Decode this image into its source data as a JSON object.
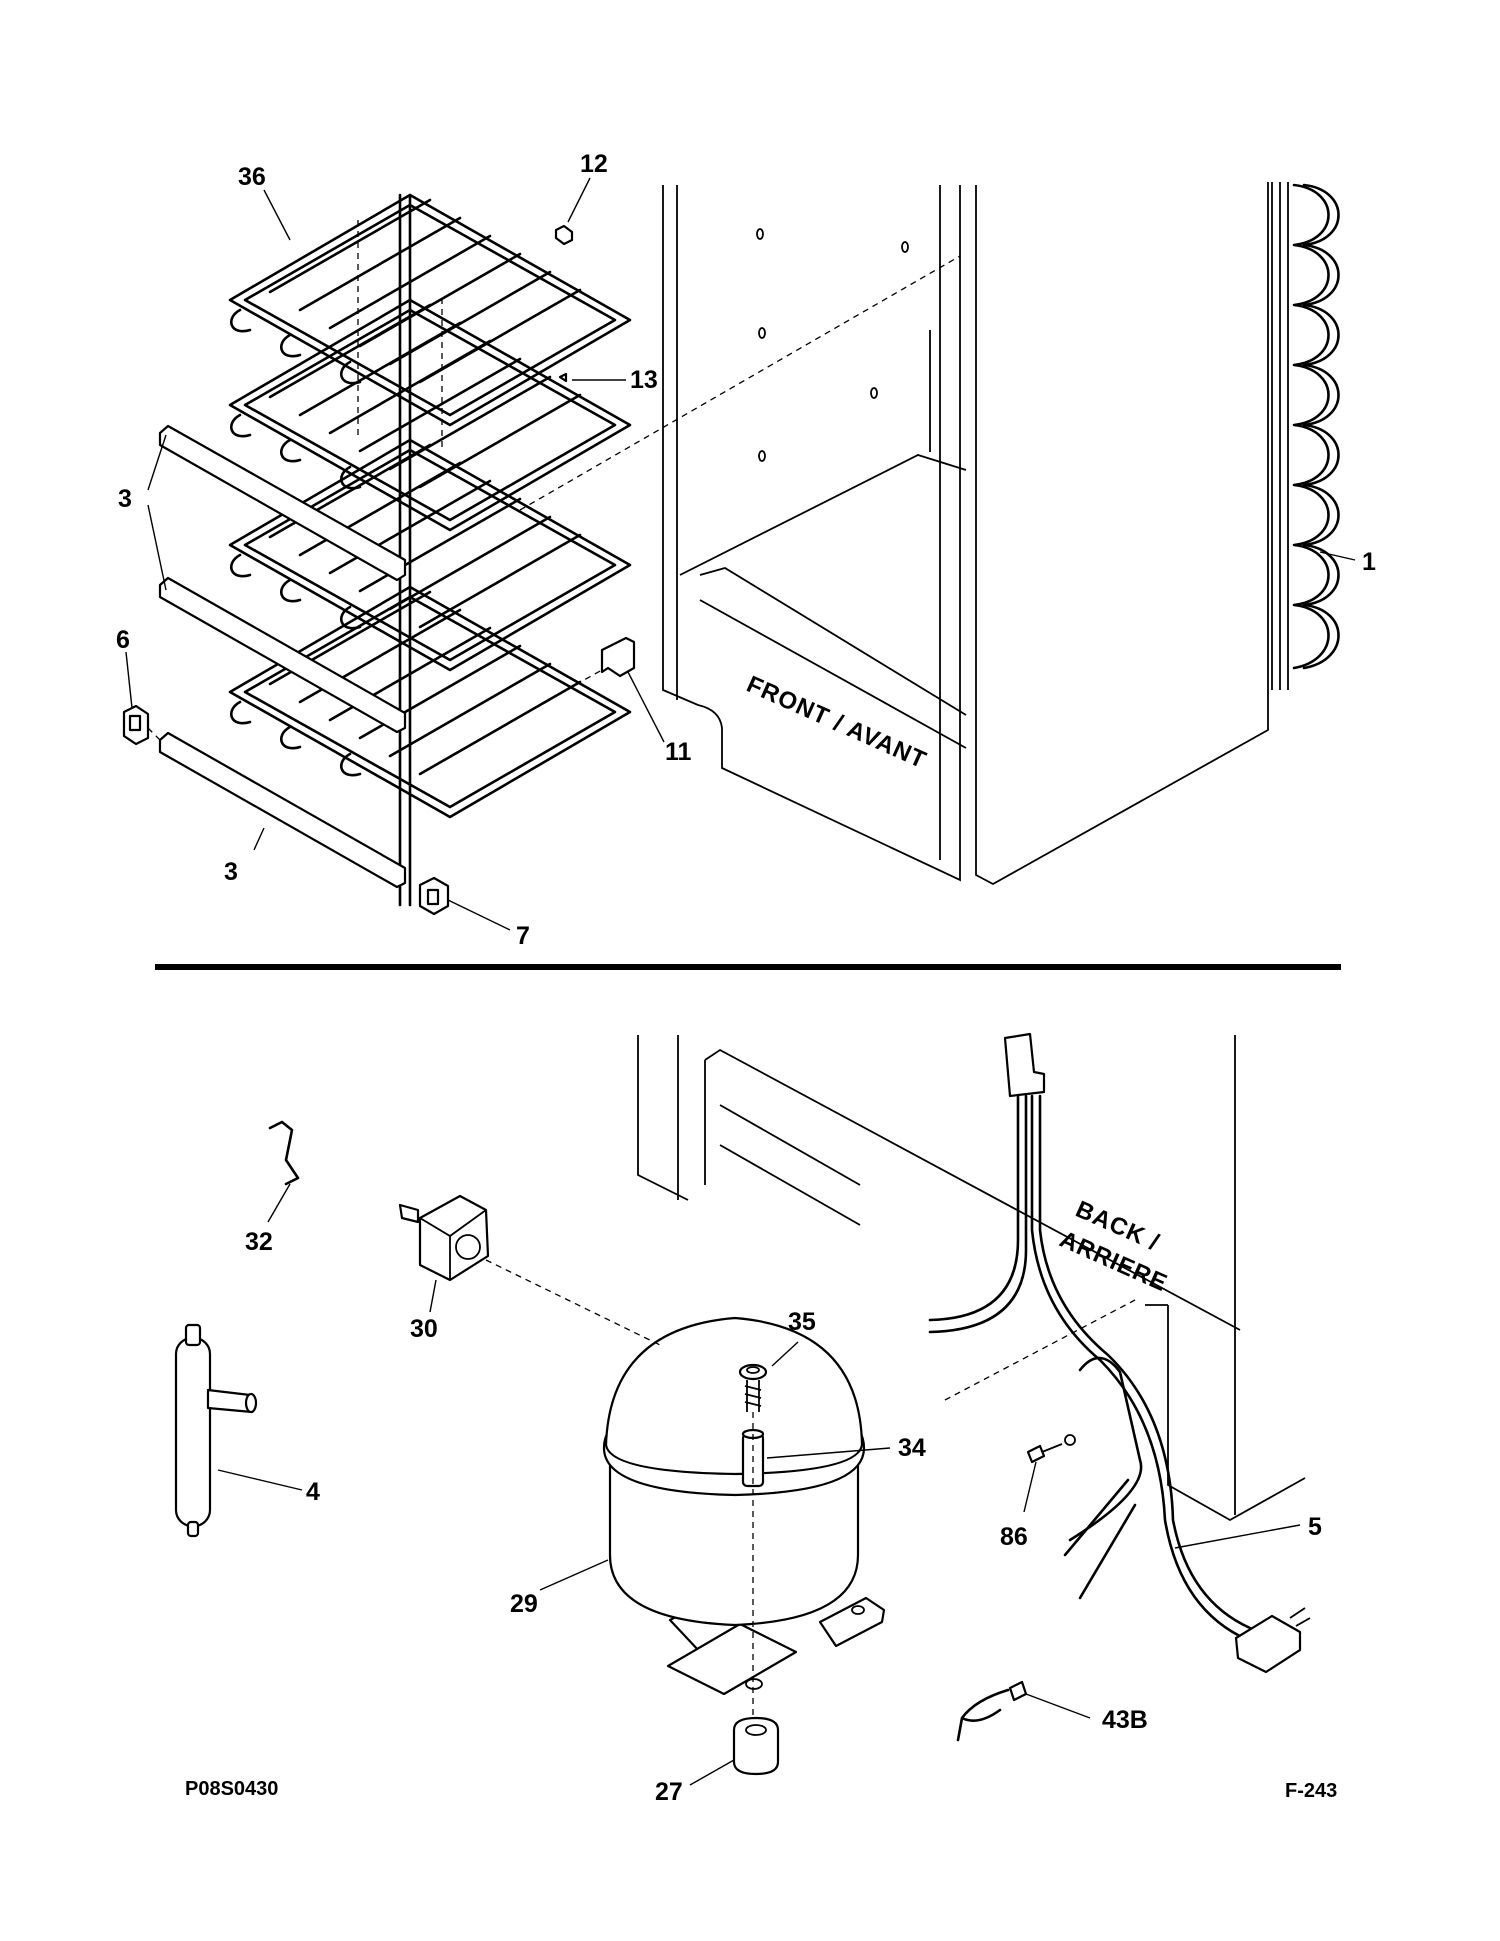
{
  "callouts": {
    "c36": "36",
    "c12": "12",
    "c13": "13",
    "c3a": "3",
    "c3b": "3",
    "c6": "6",
    "c11": "11",
    "c7": "7",
    "c1": "1",
    "c32": "32",
    "c30": "30",
    "c35": "35",
    "c34": "34",
    "c4": "4",
    "c29": "29",
    "c27": "27",
    "c86": "86",
    "c5": "5",
    "c43b": "43B"
  },
  "stamps": {
    "front": "FRONT / AVANT",
    "back_1": "BACK /",
    "back_2": "ARRIERE"
  },
  "footer": {
    "drawing_id": "P08S0430",
    "page_id": "F-243"
  }
}
